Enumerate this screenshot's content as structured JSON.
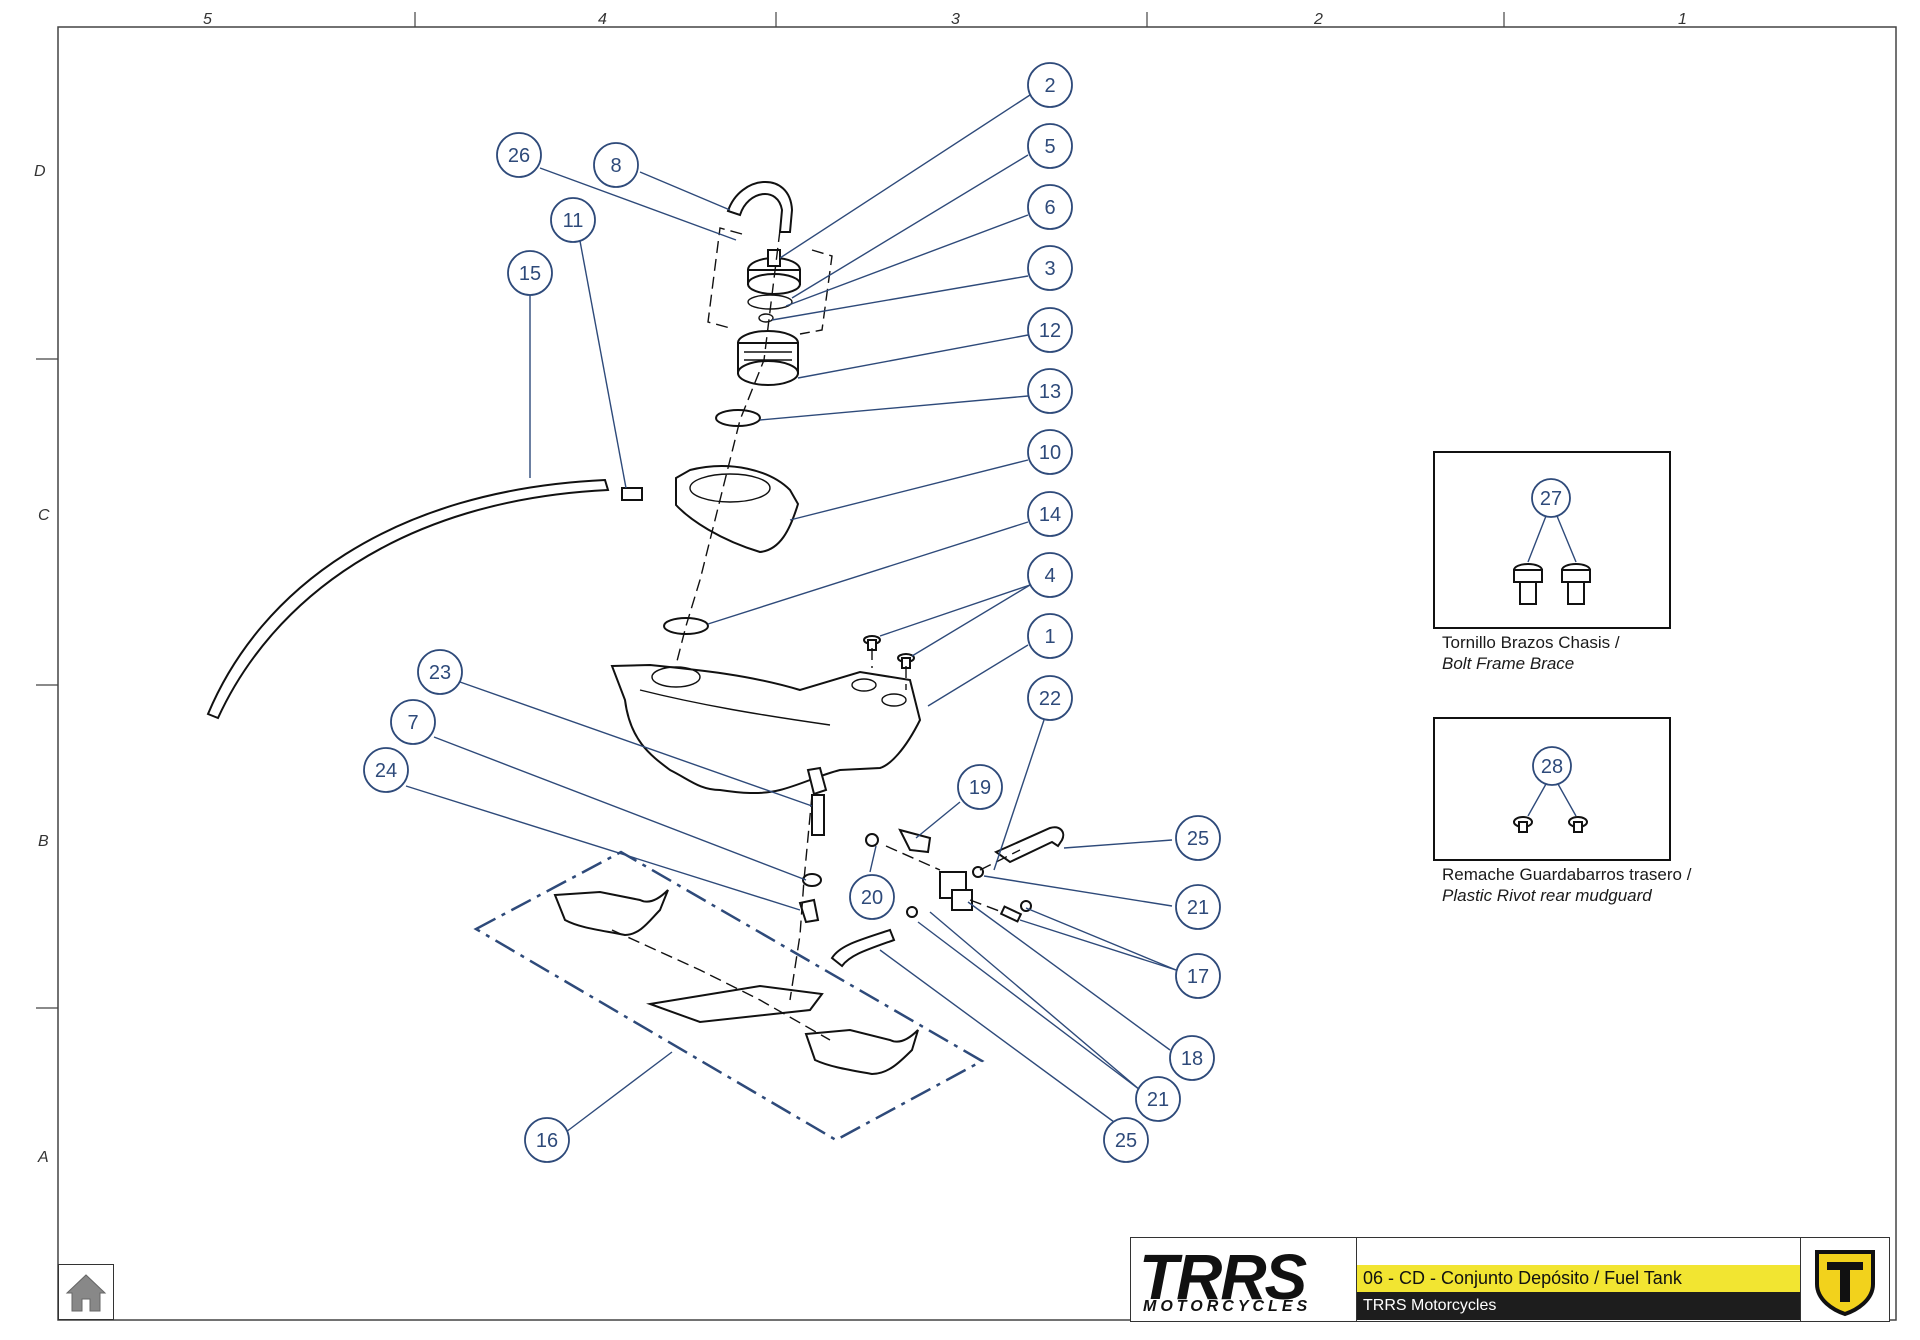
{
  "grid": {
    "columns": [
      "5",
      "4",
      "3",
      "2",
      "1"
    ],
    "rows": [
      "D",
      "C",
      "B",
      "A"
    ]
  },
  "callouts": [
    "2",
    "5",
    "6",
    "3",
    "12",
    "13",
    "10",
    "14",
    "4",
    "1",
    "22",
    "19",
    "25",
    "21",
    "17",
    "18",
    "21",
    "25",
    "20",
    "26",
    "8",
    "11",
    "15",
    "23",
    "7",
    "24",
    "16",
    "27",
    "28"
  ],
  "insets": [
    {
      "number": "27",
      "caption_es": "Tornillo Brazos Chasis /",
      "caption_en": "Bolt Frame Brace"
    },
    {
      "number": "28",
      "caption_es": "Remache Guardabarros trasero /",
      "caption_en": "Plastic Rivot rear mudguard"
    }
  ],
  "title_block": {
    "logo_main": "TRRS",
    "logo_sub": "MOTORCYCLES",
    "sheet_title": "06 - CD - Conjunto Depósito / Fuel Tank",
    "owner": "TRRS Motorcycles"
  },
  "colors": {
    "callout": "#2e4a7a",
    "title_bar": "#f2e531",
    "owner_bar": "#1d1d1d",
    "brand_badge": "#f2d21c"
  },
  "icons": {
    "home": "home-icon",
    "brand": "trrs-shield-icon"
  }
}
